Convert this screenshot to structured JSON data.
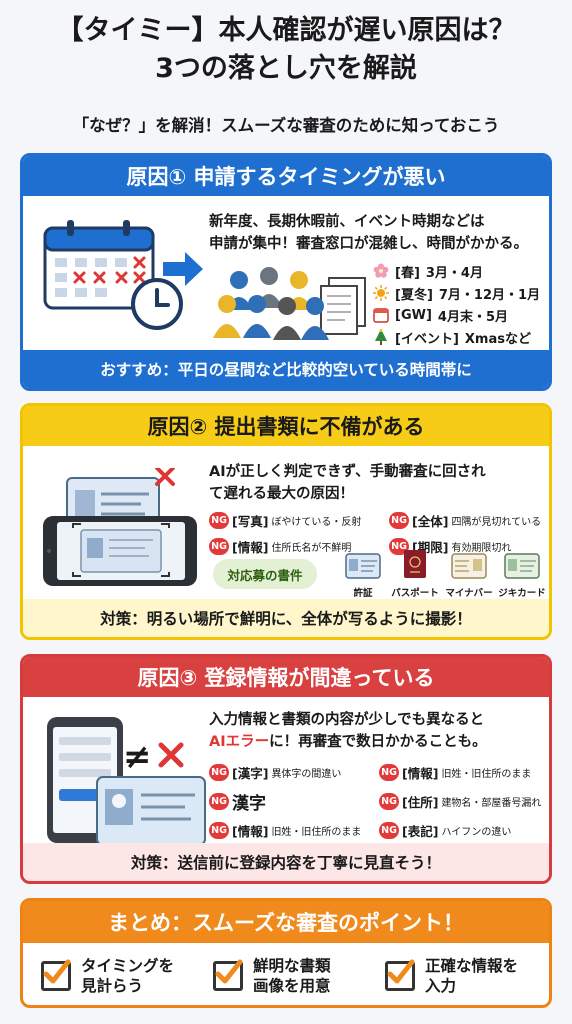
{
  "header": {
    "title_line1": "【タイミー】本人確認が遅い原因は？",
    "title_line2": "3つの落とし穴を解説",
    "subtitle": "「なぜ？」を解消！スムーズな審査のために知っておこう"
  },
  "cause1": {
    "heading": "原因① 申請するタイミングが悪い",
    "description_line1": "新年度、長期休暇前、イベント時期などは",
    "description_line2": "申請が集中！審査窓口が混雑し、時間がかかる。",
    "seasons": [
      {
        "icon": "cherry-blossom-icon",
        "tag": "[春]",
        "months": "3月・4月"
      },
      {
        "icon": "sun-icon",
        "tag": "[夏冬]",
        "months": "7月・12月・1月"
      },
      {
        "icon": "calendar-icon",
        "tag": "[GW]",
        "months": "4月末・5月"
      },
      {
        "icon": "christmas-tree-icon",
        "tag": "[イベント]",
        "months": "Xmasなど"
      }
    ],
    "recommendation": "おすすめ：平日の昼間など比較的空いている時間帯に"
  },
  "cause2": {
    "heading": "原因② 提出書類に不備がある",
    "description_line1": "AIが正しく判定できず、手動審査に回され",
    "description_line2": "て遅れる最大の原因！",
    "ng_badge": "NG",
    "ng_items": [
      {
        "tag": "[写真]",
        "text": "ぼやけている・反射"
      },
      {
        "tag": "[全体]",
        "text": "四隅が見切れている"
      },
      {
        "tag": "[情報]",
        "text": "住所氏名が不鮮明"
      },
      {
        "tag": "[期限]",
        "text": "有効期限切れ"
      }
    ],
    "documents_badge": "対応募の書件",
    "documents": [
      "許証",
      "パスポート",
      "マイナバー",
      "ジキカード"
    ],
    "tip": "対策：明るい場所で鮮明に、全体が写るように撮影！"
  },
  "cause3": {
    "heading": "原因③ 登録情報が間違っている",
    "description_line1": "入力情報と書類の内容が少しでも異なると",
    "description_line2_accent": "AIエラー",
    "description_line2_rest": "に！再審査で数日かかることも。",
    "ng_badge": "NG",
    "ng_items": [
      {
        "tag": "[漢字]",
        "text": "異体字の間違い"
      },
      {
        "tag": "[情報]",
        "text": "旧姓・旧住所のまま"
      },
      {
        "tag": "",
        "text": "漢字"
      },
      {
        "tag": "[住所]",
        "text": "建物名・部屋番号漏れ"
      },
      {
        "tag": "[情報]",
        "text": "旧姓・旧住所のまま"
      },
      {
        "tag": "[表記]",
        "text": "ハイフンの違い"
      }
    ],
    "not_equal_symbol": "≠",
    "tip": "対策：送信前に登録内容を丁寧に見直そう！"
  },
  "summary": {
    "heading": "まとめ：スムーズな審査のポイント！",
    "points": [
      {
        "line1": "タイミングを",
        "line2": "見計らう"
      },
      {
        "line1": "鮮明な書類",
        "line2": "画像を用意"
      },
      {
        "line1": "正確な情報を",
        "line2": "入力"
      }
    ]
  },
  "colors": {
    "blue": "#1f6fd0",
    "yellow": "#f6cc16",
    "red": "#d94040",
    "orange": "#f08a1c"
  }
}
